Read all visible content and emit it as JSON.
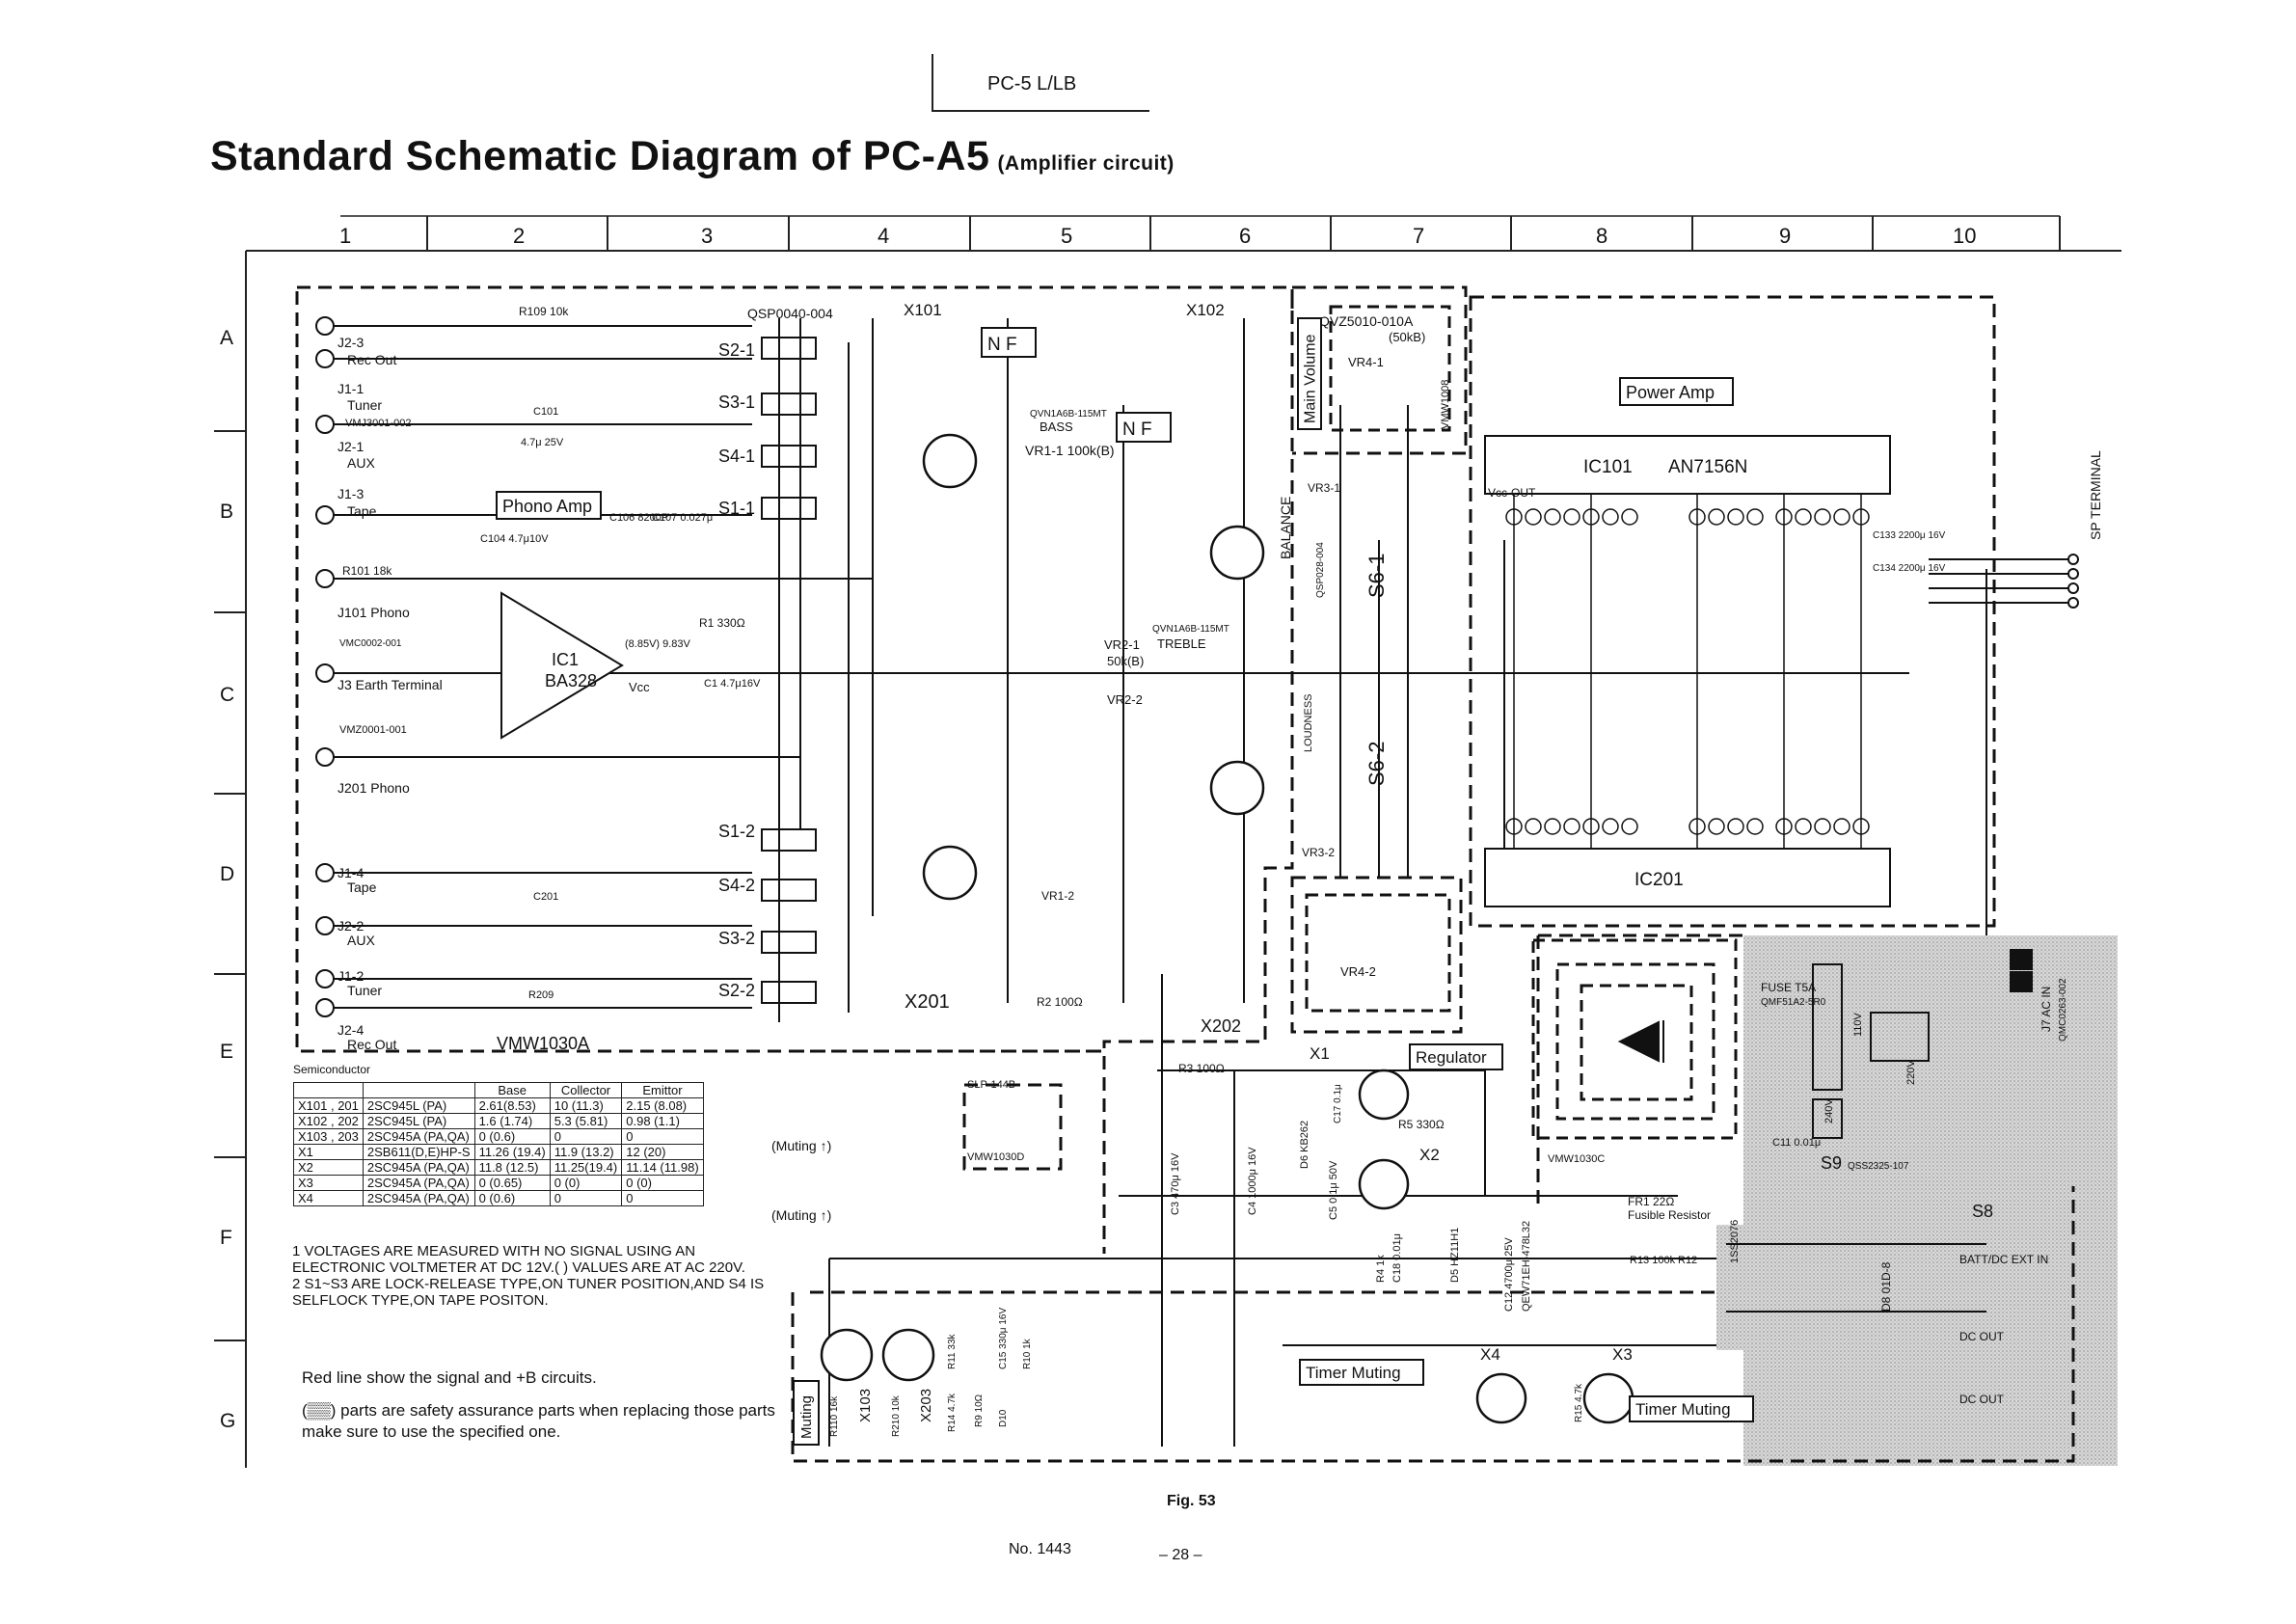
{
  "header": {
    "model": "PC-5 L/LB"
  },
  "title": {
    "main": "Standard Schematic Diagram of PC-A5",
    "sub": "(Amplifier circuit)"
  },
  "grid": {
    "columns": [
      "1",
      "2",
      "3",
      "4",
      "5",
      "6",
      "7",
      "8",
      "9",
      "10"
    ],
    "rows": [
      "A",
      "B",
      "C",
      "D",
      "E",
      "F",
      "G"
    ]
  },
  "blocks": {
    "nf1": "N F",
    "nf2": "N F",
    "phono_amp": "Phono Amp",
    "power_amp": "Power Amp",
    "regulator": "Regulator",
    "timer_muting1": "Timer Muting",
    "timer_muting2": "Timer Muting",
    "muting": "Muting",
    "main_volume": "Main Volume",
    "balance": "BALANCE",
    "sp_terminal": "SP TERMINAL",
    "loudness": "LOUDNESS"
  },
  "parts": {
    "qsp": "QSP0040-004",
    "x101": "X101",
    "x102": "X102",
    "x201": "X201",
    "x202": "X202",
    "x1": "X1",
    "x2": "X2",
    "x3": "X3",
    "x4": "X4",
    "x103": "X103",
    "x203": "X203",
    "ic1": "IC1",
    "ba328": "BA328",
    "ic101": "IC101",
    "an7156n": "AN7156N",
    "ic201": "IC201",
    "qvz": "QVZ5010-010A",
    "qvz_val": "(50kB)",
    "vr4_1": "VR4-1",
    "vr4_2": "VR4-2",
    "vmw1008": "VMW1008",
    "bass_part": "QVN1A6B-115MT",
    "bass": "BASS",
    "vr1_1": "VR1-1  100k(B)",
    "vr1_2": "VR1-2",
    "treble_part": "QVN1A6B-115MT",
    "treble": "TREBLE",
    "vr2_1": "VR2-1",
    "vr2_val": "50k(B)",
    "vr2_2": "VR2-2",
    "vr3_1": "VR3-1",
    "vr3_2": "VR3-2",
    "s6_1": "S6-1",
    "s6_2": "S6-2",
    "qsp028": "QSP028-004",
    "vmw1030a": "VMW1030A",
    "vmw1030c": "VMW1030C",
    "vmw1030d": "VMW1030D",
    "slp144b": "SLP-144B",
    "fuse": "FUSE T5A",
    "fuse_part": "QMF51A2-5R0",
    "fr1": "FR1  22Ω",
    "fusible": "Fusible Resistor",
    "s9": "S9",
    "s9_part": "QSS2325-107",
    "s8": "S8",
    "batt": "BATT/DC EXT IN",
    "j7": "J7 AC IN",
    "j7_part": "QMC0263-002",
    "dc_out1": "DC OUT",
    "dc_out2": "DC OUT",
    "vcc": "Vcc",
    "out": "OUT",
    "volt1": "240V",
    "volt2": "220V",
    "volt3": "110V",
    "r109": "R109 10k",
    "c101": "C101",
    "c101_val": "4.7μ 25V",
    "r101": "R101 18k",
    "c106": "C106 8200P",
    "c107": "C107 0.027μ",
    "c104": "C104 4.7μ10V",
    "r1": "R1  330Ω",
    "c1": "C1 4.7μ16V",
    "ic1_v": "(8.85V) 9.83V",
    "vcc_ic1": "Vcc",
    "r209": "R209",
    "c201": "C201",
    "r2": "R2 100Ω",
    "r3": "R3 100Ω",
    "c3": "C3 470μ 16V",
    "c4": "C4 1000μ 16V",
    "r5": "R5 330Ω",
    "d6": "D6 KB262",
    "c5": "C5 0.1μ 50V",
    "c17": "C17 0.1μ",
    "d5": "D5 HZ11H1",
    "r4": "R4 1k",
    "c18": "C18 0.01μ",
    "c12": "C12 4700μ 25V",
    "qew": "QEW71EH-478L32",
    "r13": "R13 100k",
    "r12": "R12",
    "d8": "D8 01D-8",
    "ss2076": "1SS2076",
    "c133": "C133 2200μ 16V",
    "c134": "C134 2200μ 16V",
    "c11": "C11 0.01μ",
    "r110": "R110 16k",
    "r210": "R210 10k",
    "r11": "R11 33k",
    "r14": "R14 4.7k",
    "r15": "R15 4.7k",
    "r9": "R9 10Ω",
    "c15": "C15 330μ 16V",
    "d10": "D10",
    "r10": "R10 1k",
    "j101": "J101 Phono",
    "j101_part": "VMC0002-001",
    "j3": "J3 Earth Terminal",
    "j3_part": "VMZ0001-001",
    "j201": "J201 Phono",
    "s2_1": "S2-1",
    "s3_1": "S3-1",
    "s4_1": "S4-1",
    "s1_1": "S1-1",
    "s1_2": "S1-2",
    "s4_2": "S4-2",
    "s3_2": "S3-2",
    "s2_2": "S2-2",
    "j2_3": "J2-3",
    "j2_3_name": "Rec Out",
    "j1_1": "J1-1",
    "j1_1_name": "Tuner",
    "j1_1_part": "VMJ3001-002",
    "j2_1": "J2-1",
    "j2_1_name": "AUX",
    "j1_3": "J1-3",
    "j1_3_name": "Tape",
    "j1_4": "J1-4",
    "j1_4_name": "Tape",
    "j2_2": "J2-2",
    "j2_2_name": "AUX",
    "j1_2": "J1-2",
    "j1_2_name": "Tuner",
    "j2_4": "J2-4",
    "j2_4_name": "Rec Out",
    "muting_mark": "(Muting ↑)",
    "muting_mark2": "(Muting ↑)"
  },
  "semiconductor_table": {
    "caption": "Semiconductor",
    "headers": [
      "",
      "",
      "Base",
      "Collector",
      "Emittor"
    ],
    "rows": [
      [
        "X101 , 201",
        "2SC945L (PA)",
        "2.61(8.53)",
        "10 (11.3)",
        "2.15 (8.08)"
      ],
      [
        "X102 , 202",
        "2SC945L (PA)",
        "1.6 (1.74)",
        "5.3 (5.81)",
        "0.98 (1.1)"
      ],
      [
        "X103 , 203",
        "2SC945A (PA,QA)",
        "0 (0.6)",
        "0",
        "0"
      ],
      [
        "X1",
        "2SB611(D,E)HP-S",
        "11.26 (19.4)",
        "11.9 (13.2)",
        "12 (20)"
      ],
      [
        "X2",
        "2SC945A (PA,QA)",
        "11.8 (12.5)",
        "11.25(19.4)",
        "11.14 (11.98)"
      ],
      [
        "X3",
        "2SC945A (PA,QA)",
        "0 (0.65)",
        "0 (0)",
        "0 (0)"
      ],
      [
        "X4",
        "2SC945A (PA,QA)",
        "0 (0.6)",
        "0",
        "0"
      ]
    ]
  },
  "notes": [
    "1  VOLTAGES ARE MEASURED WITH NO SIGNAL USING AN ELECTRONIC VOLTMETER AT DC 12V.( ) VALUES ARE AT AC 220V.",
    "2  S1~S3 ARE LOCK-RELEASE TYPE,ON TUNER POSITION,AND S4 IS SELFLOCK TYPE,ON TAPE POSITON."
  ],
  "legend": [
    "Red line show the signal and +B circuits.",
    "(▒▒) parts are safety assurance parts when replacing those parts make sure to use the specified one."
  ],
  "footer": {
    "fig": "Fig. 53",
    "doc_no": "No. 1443",
    "page": "– 28 –"
  },
  "colors": {
    "ink": "#111111",
    "safety_shade": "#c9c9c9"
  }
}
